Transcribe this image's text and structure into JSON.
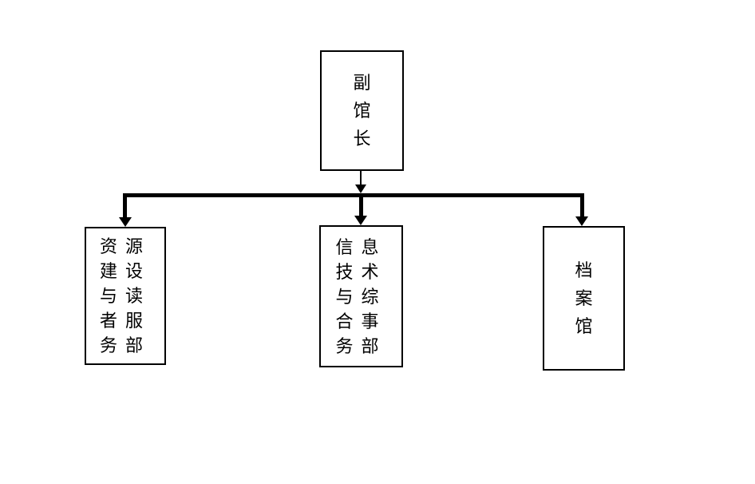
{
  "page": {
    "background_color": "#ffffff"
  },
  "org_chart": {
    "type": "org-chart",
    "colors": {
      "box_border": "#000000",
      "box_fill": "#ffffff",
      "connector": "#000000",
      "text": "#000000"
    },
    "root": {
      "name": "副馆长",
      "lines": [
        "副",
        "馆",
        "长"
      ]
    },
    "departments": [
      {
        "name": "资源建设与读者服务部",
        "lines": [
          "资源",
          "建设",
          "与读",
          "者服",
          "务部"
        ]
      },
      {
        "name": "信息技术与综合事务部",
        "lines": [
          "信息",
          "技术",
          "与综",
          "合事",
          "务部"
        ]
      },
      {
        "name": "档案馆",
        "lines": [
          "档",
          "案",
          "馆"
        ]
      }
    ]
  }
}
